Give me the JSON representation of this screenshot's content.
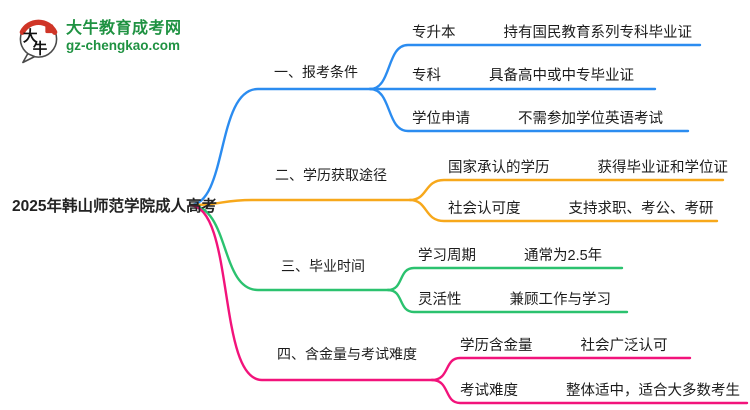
{
  "logo": {
    "title": "大牛教育成考网",
    "url": "gz-chengkao.com",
    "icon_chars": [
      "大",
      "牛"
    ],
    "green": "#1f9242",
    "red": "#cf3527"
  },
  "root": {
    "label": "2025年韩山师范学院成人高考"
  },
  "colors": {
    "branch1_blue": "#2b8cf0",
    "branch2_orange": "#f7a81b",
    "branch3_green": "#2bc26f",
    "branch4_pink": "#f2137b",
    "text": "#1c1c1c"
  },
  "branches": [
    {
      "label": "一、报考条件",
      "color": "#2b8cf0",
      "children": [
        {
          "label": "专升本",
          "desc": "持有国民教育系列专科毕业证"
        },
        {
          "label": "专科",
          "desc": "具备高中或中专毕业证"
        },
        {
          "label": "学位申请",
          "desc": "不需参加学位英语考试"
        }
      ]
    },
    {
      "label": "二、学历获取途径",
      "color": "#f7a81b",
      "children": [
        {
          "label": "国家承认的学历",
          "desc": "获得毕业证和学位证"
        },
        {
          "label": "社会认可度",
          "desc": "支持求职、考公、考研"
        }
      ]
    },
    {
      "label": "三、毕业时间",
      "color": "#2bc26f",
      "children": [
        {
          "label": "学习周期",
          "desc": "通常为2.5年"
        },
        {
          "label": "灵活性",
          "desc": "兼顾工作与学习"
        }
      ]
    },
    {
      "label": "四、含金量与考试难度",
      "color": "#f2137b",
      "children": [
        {
          "label": "学历含金量",
          "desc": "社会广泛认可"
        },
        {
          "label": "考试难度",
          "desc": "整体适中，适合大多数考生"
        }
      ]
    }
  ]
}
